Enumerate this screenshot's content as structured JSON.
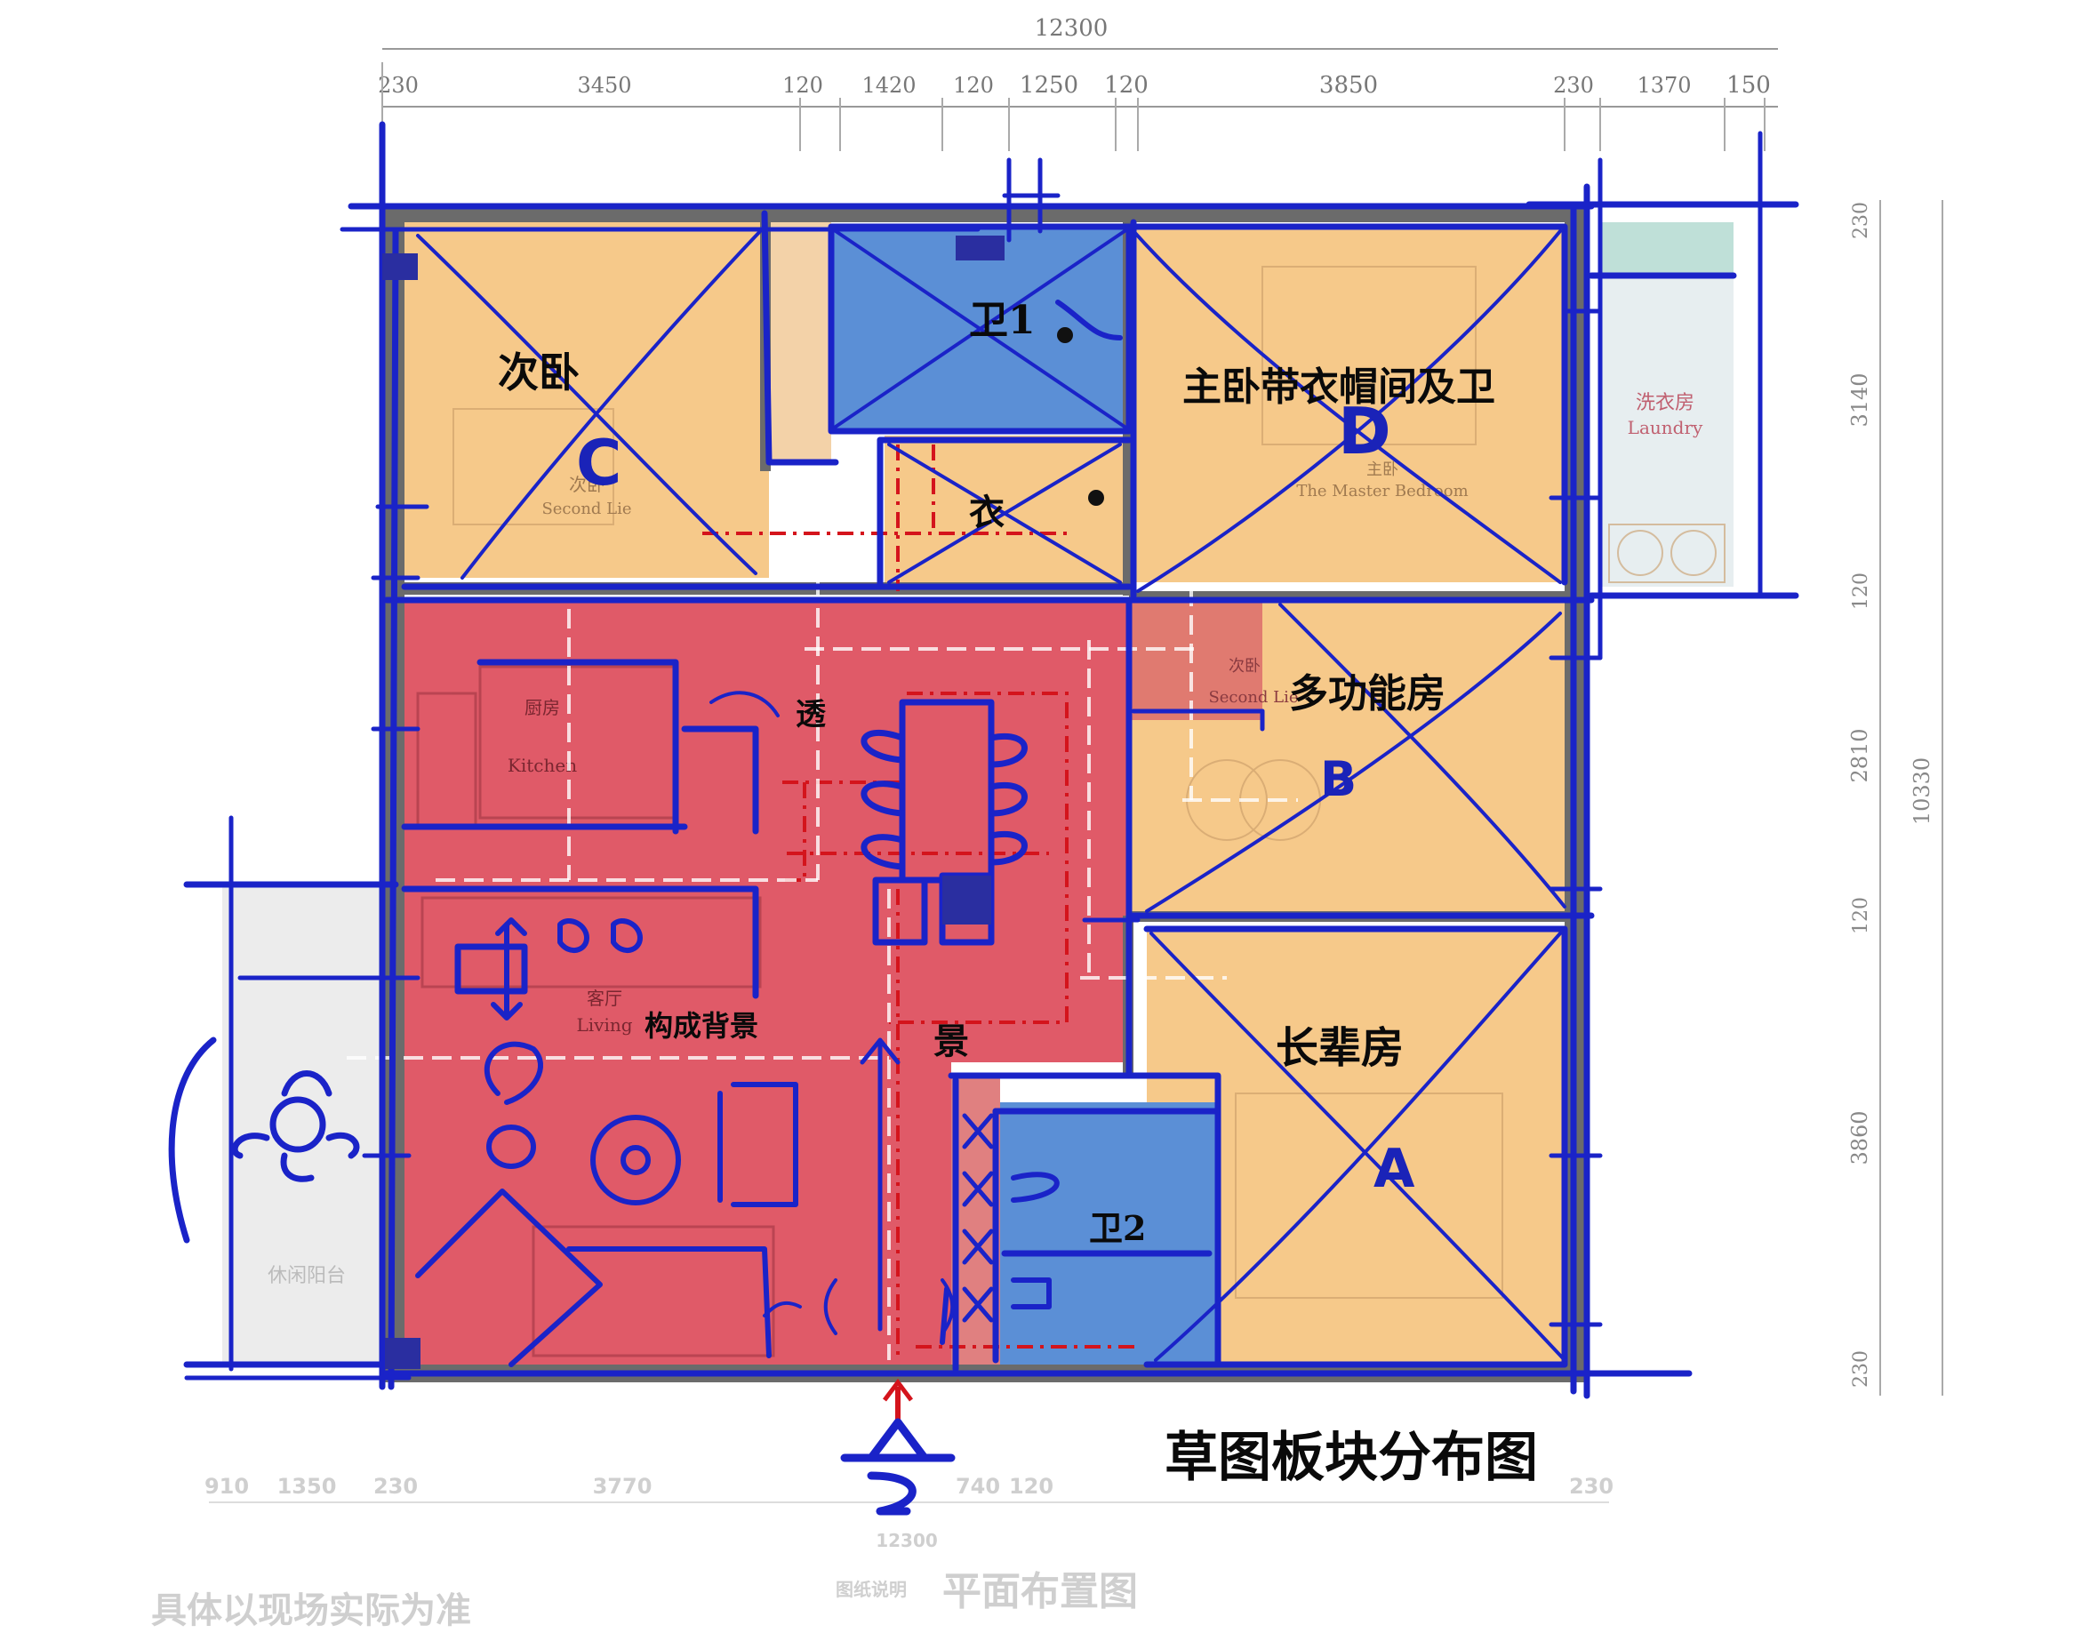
{
  "dimensions": {
    "top_total": "12300",
    "top_segments": [
      "230",
      "3450",
      "120",
      "1420",
      "120",
      "1250",
      "120",
      "3850",
      "230",
      "1370",
      "150"
    ],
    "right_segments": [
      "230",
      "3140",
      "120",
      "2810",
      "120",
      "3860",
      "230"
    ],
    "right_total": "10330",
    "bottom_segments": [
      "910",
      "1350",
      "230",
      "3770",
      "740",
      "120",
      "230"
    ],
    "bottom_total": "12300"
  },
  "rooms": {
    "laundry_cn": "洗衣房",
    "laundry_en": "Laundry",
    "second_bedroom_cn": "次卧",
    "second_bedroom_en": "Second Lie",
    "master_bedroom_cn": "主卧",
    "master_bedroom_en": "The Master Bedroom",
    "kitchen_cn": "厨房",
    "kitchen_en": "Kitchen",
    "living_room_cn": "客厅",
    "living_room_en": "Living",
    "balcony_cn": "休闲阳台",
    "bedroom_b_cn": "次卧",
    "bedroom_b_en": "Second Lie"
  },
  "annotations": {
    "sketch_title": "草图板块分布图",
    "second_bedroom": "次卧",
    "master_suite": "主卧带衣帽间及卫",
    "multi_room": "多功能房",
    "elder_room": "长辈房",
    "bathroom_1": "卫1",
    "bathroom_2": "卫2",
    "closet": "衣",
    "feature_wall": "构成背景",
    "view_1": "透",
    "view_2": "景",
    "letter_a": "A",
    "letter_b": "B",
    "letter_c": "C",
    "letter_d": "D"
  },
  "footer": {
    "note": "具体以现场实际为准",
    "plan_title": "平面布置图",
    "small_label": "图纸说明"
  },
  "colors": {
    "bedroom": "#f6c98a",
    "public_area": "#e05a68",
    "bathroom": "#5b8fd6",
    "ink": "#1a23c8",
    "wall": "#6b6b6b"
  }
}
